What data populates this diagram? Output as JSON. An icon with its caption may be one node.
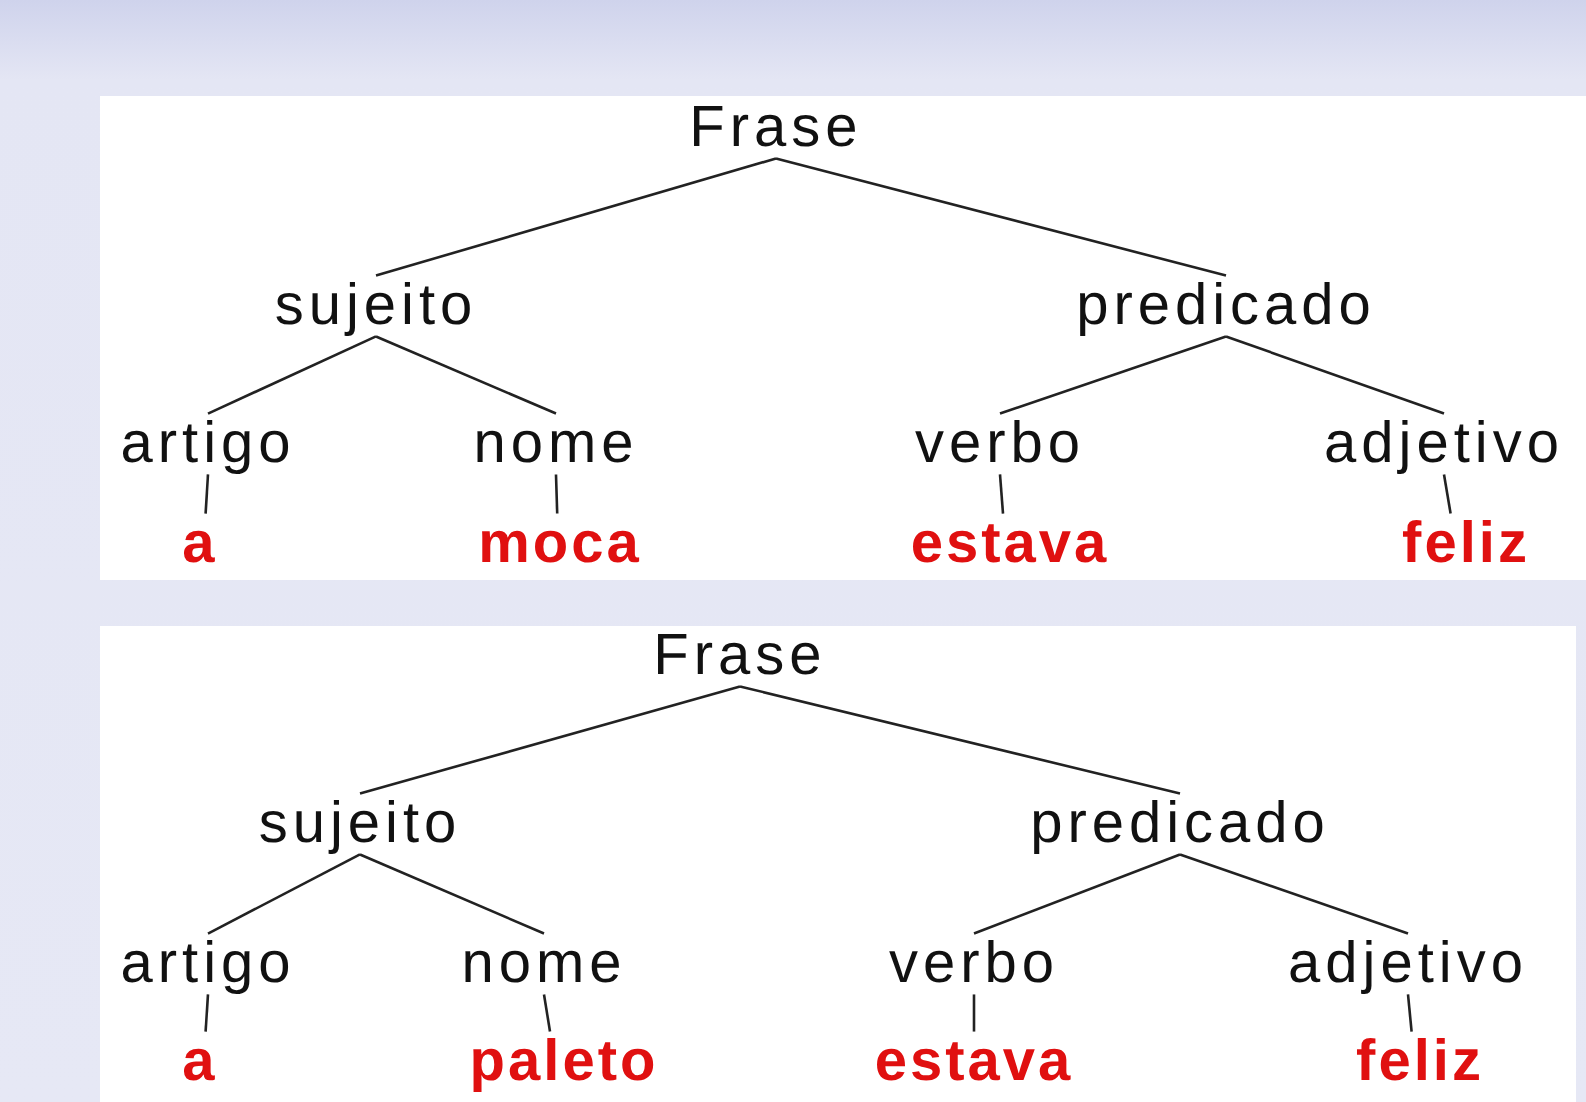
{
  "diagram": {
    "nodes": [
      {
        "text": [
          "Frase"
        ]
      },
      {
        "text": [
          "sujeito"
        ]
      },
      {
        "text": [
          "predicado"
        ]
      },
      {
        "text": [
          "artigo"
        ]
      },
      {
        "text": [
          "nome"
        ]
      },
      {
        "text": [
          "verbo"
        ]
      },
      {
        "text": [
          "adjetivo"
        ]
      },
      {
        "text": [
          "a"
        ]
      },
      {
        "text": [
          "moca"
        ]
      },
      {
        "text": [
          "estava"
        ]
      },
      {
        "text": [
          "feliz"
        ]
      },
      {
        "text": [
          "Frase"
        ]
      },
      {
        "text": [
          "sujeito"
        ]
      },
      {
        "text": [
          "predicado"
        ]
      },
      {
        "text": [
          "artigo"
        ]
      },
      {
        "text": [
          "nome"
        ]
      },
      {
        "text": [
          "verbo"
        ]
      },
      {
        "text": [
          "adjetivo"
        ]
      },
      {
        "text": [
          "a"
        ]
      },
      {
        "text": [
          "paleto"
        ]
      },
      {
        "text": [
          "estava"
        ]
      },
      {
        "text": [
          "feliz"
        ]
      }
    ],
    "edges": [
      {
        "from": 0,
        "to": 1,
        "arrow": "none"
      },
      {
        "from": 0,
        "to": 2,
        "arrow": "none"
      },
      {
        "from": 1,
        "to": 3,
        "arrow": "none"
      },
      {
        "from": 1,
        "to": 4,
        "arrow": "none"
      },
      {
        "from": 2,
        "to": 5,
        "arrow": "none"
      },
      {
        "from": 2,
        "to": 6,
        "arrow": "none"
      },
      {
        "from": 3,
        "to": 7,
        "arrow": "none"
      },
      {
        "from": 4,
        "to": 8,
        "arrow": "none"
      },
      {
        "from": 5,
        "to": 9,
        "arrow": "none"
      },
      {
        "from": 6,
        "to": 10,
        "arrow": "none"
      },
      {
        "from": 11,
        "to": 12,
        "arrow": "none"
      },
      {
        "from": 11,
        "to": 13,
        "arrow": "none"
      },
      {
        "from": 12,
        "to": 14,
        "arrow": "none"
      },
      {
        "from": 12,
        "to": 15,
        "arrow": "none"
      },
      {
        "from": 13,
        "to": 16,
        "arrow": "none"
      },
      {
        "from": 13,
        "to": 17,
        "arrow": "none"
      },
      {
        "from": 14,
        "to": 18,
        "arrow": "none"
      },
      {
        "from": 15,
        "to": 19,
        "arrow": "none"
      },
      {
        "from": 16,
        "to": 20,
        "arrow": "none"
      },
      {
        "from": 17,
        "to": 21,
        "arrow": "none"
      }
    ]
  }
}
